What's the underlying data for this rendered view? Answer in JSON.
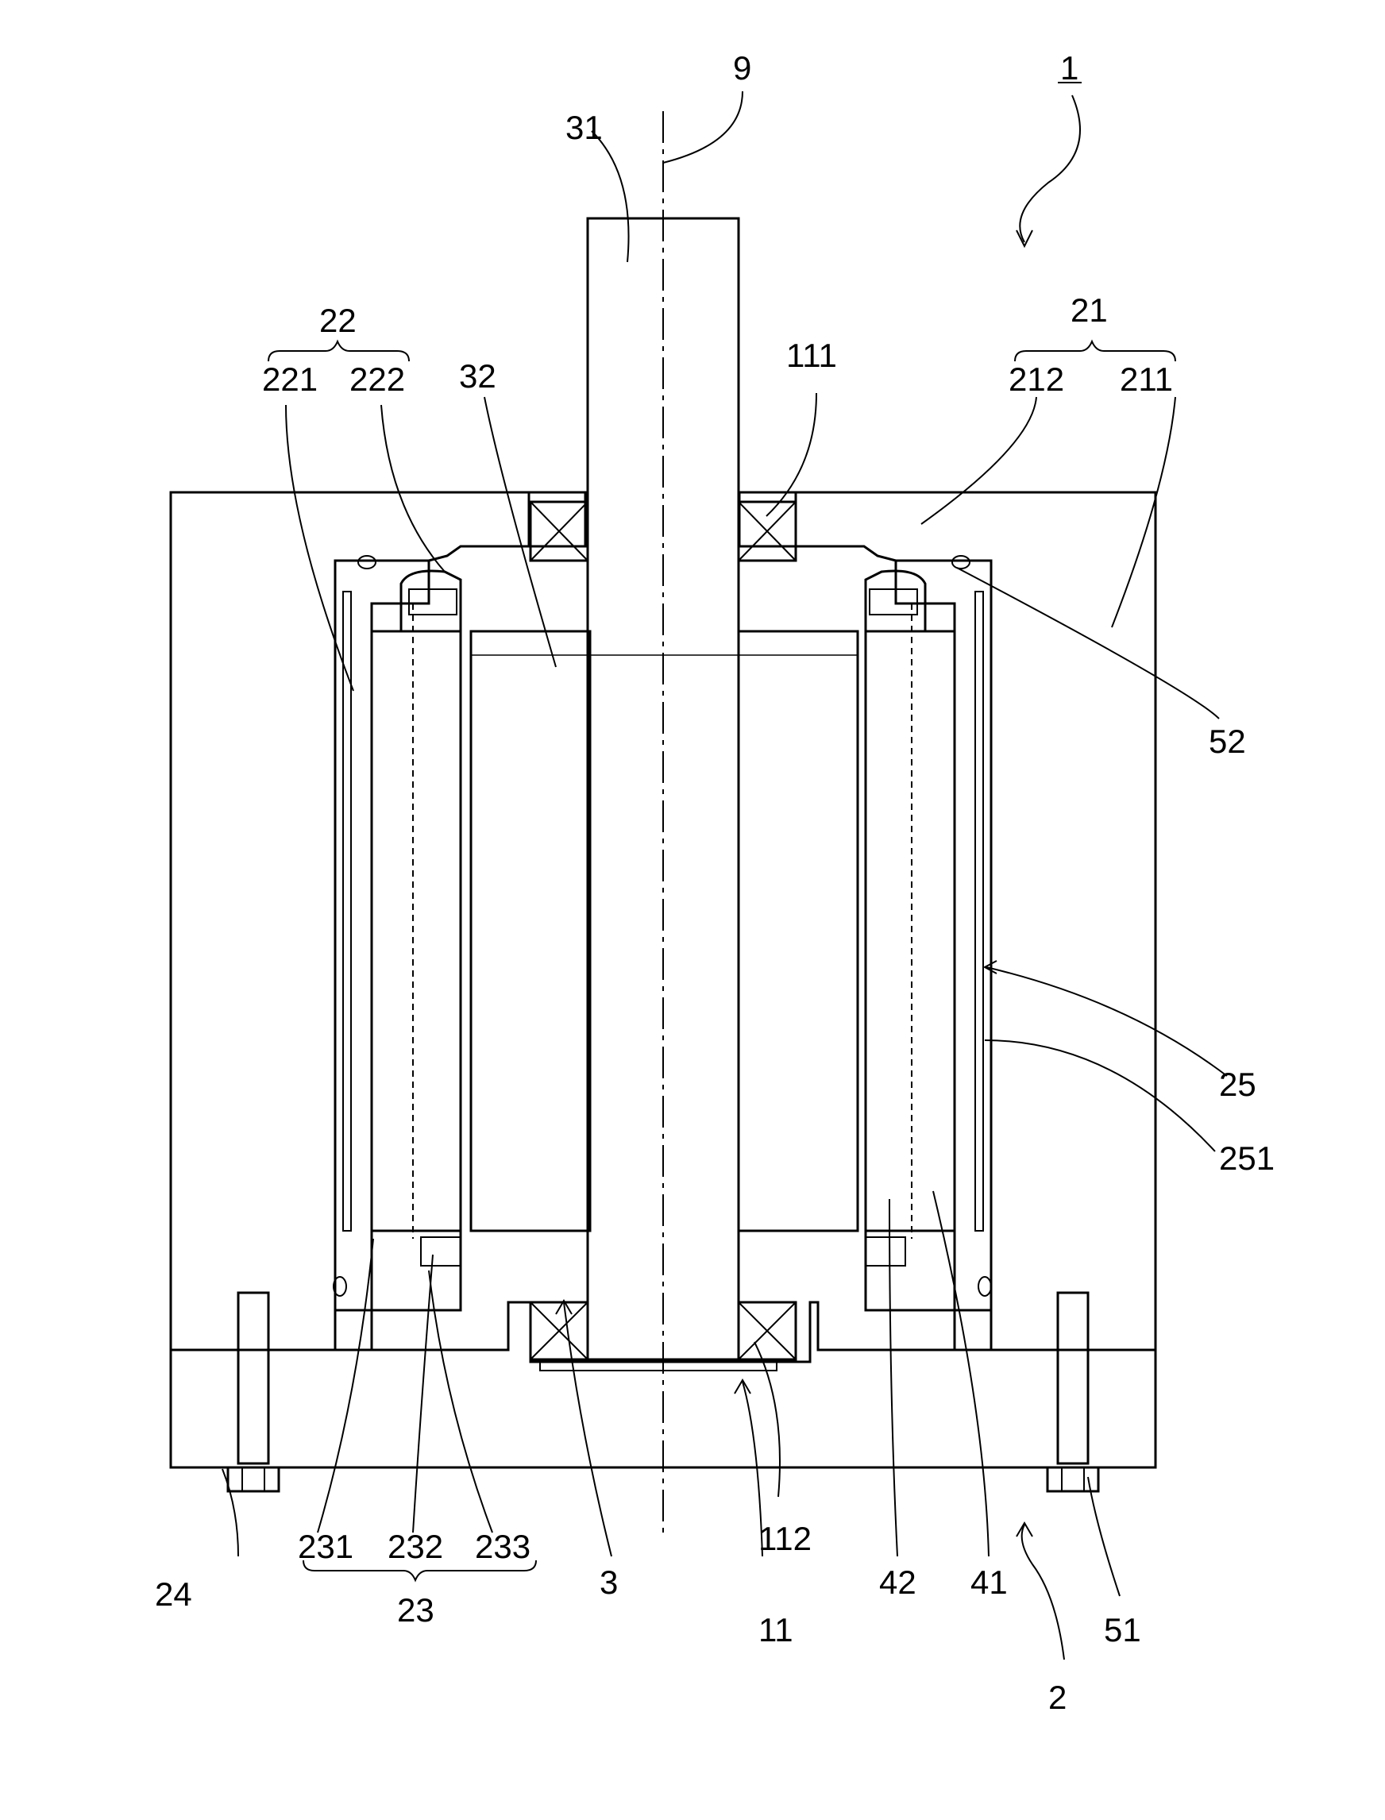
{
  "figure": {
    "labels": {
      "device": "1",
      "axis": "9",
      "shaft": "31",
      "rotor_core": "32",
      "rotor": "3",
      "housing": "2",
      "housing_group_21": "21",
      "part_211": "211",
      "part_212": "212",
      "group_22": "22",
      "part_221": "221",
      "part_222": "222",
      "group_23": "23",
      "part_231": "231",
      "part_232": "232",
      "part_233": "233",
      "base_24": "24",
      "gap_25": "25",
      "part_251": "251",
      "bearing_11": "11",
      "bearing_111": "111",
      "bearing_112": "112",
      "part_41": "41",
      "part_42": "42",
      "bolt_51": "51",
      "oring_52": "52"
    }
  }
}
